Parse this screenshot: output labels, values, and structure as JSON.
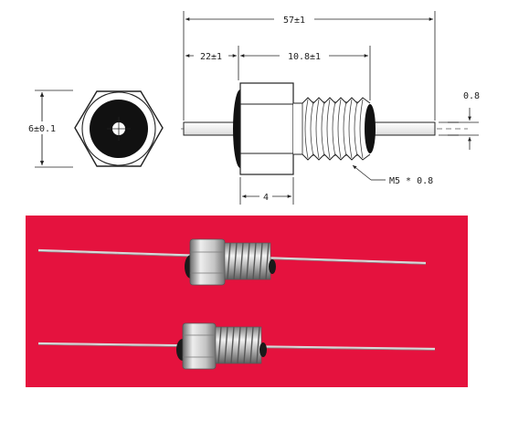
{
  "dimensions": {
    "overall_length": "57±1",
    "left_lead_length": "22±1",
    "body_length": "10.8±1",
    "hex_diameter": "6±0.1",
    "lead_diameter": "0.8",
    "hex_width": "4",
    "thread_spec": "M5 * 0.8"
  },
  "colors": {
    "line": "#222222",
    "metal_light": "#e9e9e9",
    "metal_dark": "#7a7a7a",
    "photo_background": "#e5123e",
    "insulator": "#111111"
  }
}
